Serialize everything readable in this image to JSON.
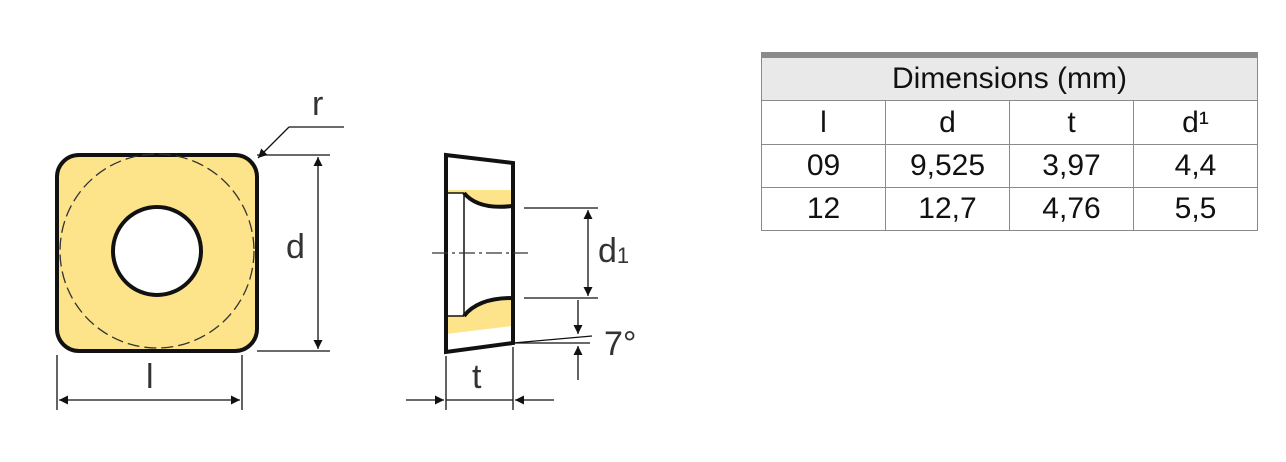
{
  "drawing": {
    "insert_fill": "#fde48a",
    "line_color": "#111111",
    "labels": {
      "r": "r",
      "d": "d",
      "l": "l",
      "t": "t",
      "d1_main": "d",
      "d1_sub": "1",
      "angle": "7°"
    }
  },
  "table": {
    "title": "Dimensions (mm)",
    "columns": [
      "l",
      "d",
      "t",
      "d¹"
    ],
    "rows": [
      [
        "09",
        "9,525",
        "3,97",
        "4,4"
      ],
      [
        "12",
        "12,7",
        "4,76",
        "5,5"
      ]
    ]
  }
}
